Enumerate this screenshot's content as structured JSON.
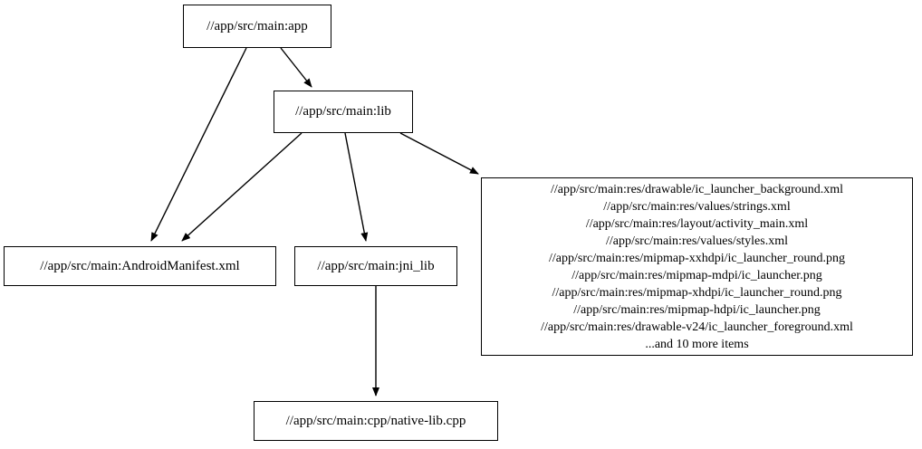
{
  "graph": {
    "nodes": [
      {
        "id": "app",
        "label": "//app/src/main:app"
      },
      {
        "id": "lib",
        "label": "//app/src/main:lib"
      },
      {
        "id": "manifest",
        "label": "//app/src/main:AndroidManifest.xml"
      },
      {
        "id": "jni_lib",
        "label": "//app/src/main:jni_lib"
      },
      {
        "id": "native_lib",
        "label": "//app/src/main:cpp/native-lib.cpp"
      },
      {
        "id": "res",
        "lines": [
          "//app/src/main:res/drawable/ic_launcher_background.xml",
          "//app/src/main:res/values/strings.xml",
          "//app/src/main:res/layout/activity_main.xml",
          "//app/src/main:res/values/styles.xml",
          "//app/src/main:res/mipmap-xxhdpi/ic_launcher_round.png",
          "//app/src/main:res/mipmap-mdpi/ic_launcher.png",
          "//app/src/main:res/mipmap-xhdpi/ic_launcher_round.png",
          "//app/src/main:res/mipmap-hdpi/ic_launcher.png",
          "//app/src/main:res/drawable-v24/ic_launcher_foreground.xml",
          "...and 10 more items"
        ]
      }
    ],
    "edges": [
      {
        "from": "app",
        "to": "lib"
      },
      {
        "from": "app",
        "to": "manifest"
      },
      {
        "from": "lib",
        "to": "manifest"
      },
      {
        "from": "lib",
        "to": "jni_lib"
      },
      {
        "from": "lib",
        "to": "res"
      },
      {
        "from": "jni_lib",
        "to": "native_lib"
      }
    ],
    "colors": {
      "node_border": "#000000",
      "node_fill": "#ffffff",
      "edge": "#000000",
      "text": "#000000",
      "background": "#ffffff"
    }
  }
}
